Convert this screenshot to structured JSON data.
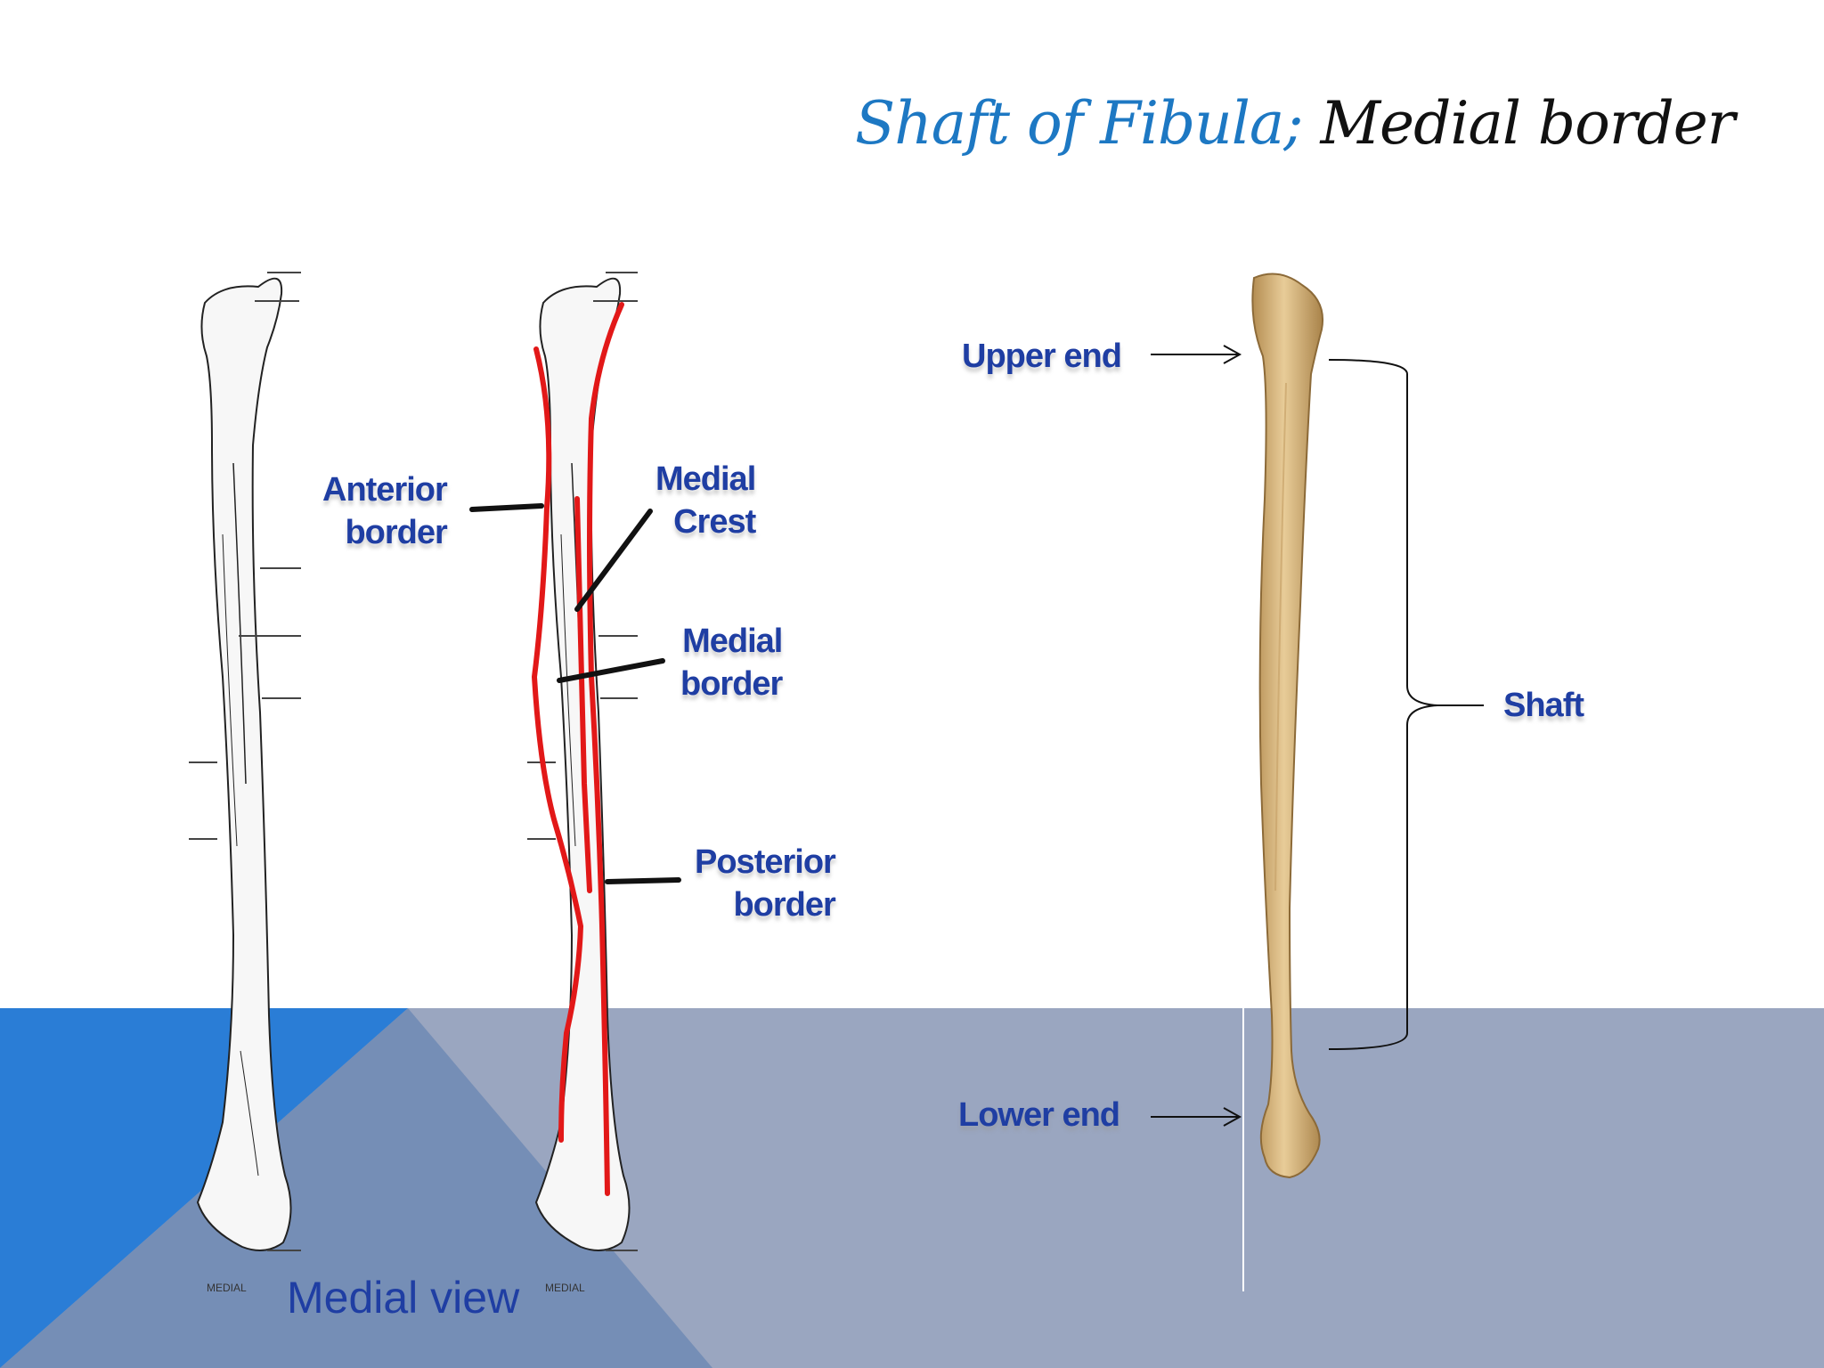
{
  "title": {
    "part1": "Shaft of  Fibula;",
    "part2": " Medial border"
  },
  "left_labels": {
    "anterior_border": [
      "Anterior",
      "border"
    ],
    "medial_crest": [
      "Medial",
      "Crest"
    ],
    "medial_border": [
      "Medial",
      "border"
    ],
    "posterior_border": [
      "Posterior",
      "border"
    ]
  },
  "right_labels": {
    "upper_end": "Upper end",
    "shaft": "Shaft",
    "lower_end": "Lower end"
  },
  "caption": "Medial view",
  "small_labels": [
    "MEDIAL",
    "MEDIAL"
  ],
  "colors": {
    "title_blue": "#1d78c3",
    "label_blue": "#1f3ea3",
    "border_red": "#e21818",
    "band": "#9aa6c0",
    "triangle": "#2a7dd6",
    "bone": "#d9b880"
  }
}
